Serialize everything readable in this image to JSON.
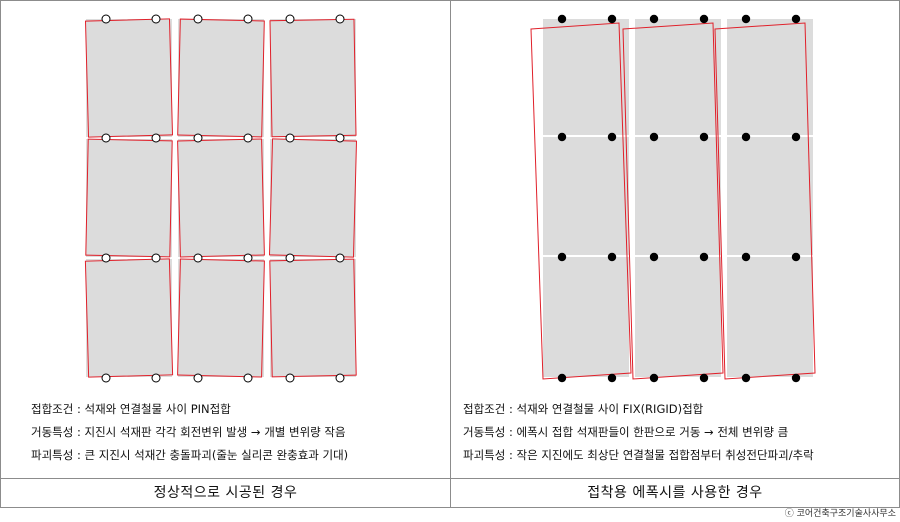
{
  "left_panel": {
    "caption": "정상적으로 시공된 경우",
    "descriptions": [
      "접합조건 : 석재와 연결철물 사이 PIN접합",
      "거동특성 : 지진시 석재판 각각 회전변위 발생 → 개별 변위량 작음",
      "파괴특성 : 큰 지진시 석재간 충돌파괴(줄눈 실리콘 완충효과 기대)"
    ]
  },
  "right_panel": {
    "caption": "접착용 에폭시를 사용한 경우",
    "descriptions": [
      "접합조건 : 석재와 연결철물 사이 FIX(RIGID)접합",
      "거동특성 : 에폭시 접합 석재판들이 한판으로 거동 → 전체 변위량 큼",
      "파괴특성 : 작은 지진에도 최상단 연결철물 접합점부터 취성전단파괴/추락"
    ]
  },
  "copyright": "ⓒ 코어건축구조기술사사무소",
  "colors": {
    "panel_fill": "#dcdcdc",
    "outline": "#e0202a",
    "joint": "#000000",
    "frame": "#8c8c8c"
  }
}
